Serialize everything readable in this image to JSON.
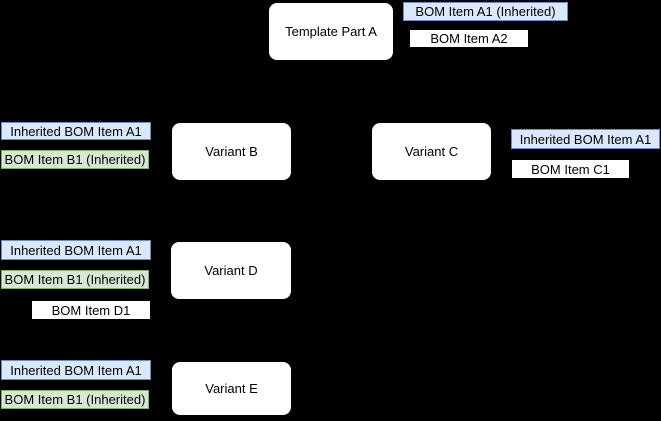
{
  "colors": {
    "background": "#000000",
    "node_fill": "#ffffff",
    "node_border": "#000000",
    "blue_fill": "#dae8fc",
    "blue_border": "#6c8ebf",
    "green_fill": "#d5e8d4",
    "green_border": "#82b366",
    "white_fill": "#ffffff",
    "white_border": "#000000"
  },
  "nodes": [
    {
      "id": "template-part-a",
      "label": "Template Part A"
    },
    {
      "id": "variant-b",
      "label": "Variant B"
    },
    {
      "id": "variant-c",
      "label": "Variant C"
    },
    {
      "id": "variant-d",
      "label": "Variant D"
    },
    {
      "id": "variant-e",
      "label": "Variant E"
    }
  ],
  "bom_labels": [
    {
      "owner": "template-part-a",
      "text": "BOM Item A1 (Inherited)",
      "style": "blue"
    },
    {
      "owner": "template-part-a",
      "text": "BOM Item A2",
      "style": "white"
    },
    {
      "owner": "variant-b",
      "text": "Inherited BOM Item A1",
      "style": "blue"
    },
    {
      "owner": "variant-b",
      "text": "BOM Item B1 (Inherited)",
      "style": "green"
    },
    {
      "owner": "variant-c",
      "text": "Inherited BOM Item A1",
      "style": "blue"
    },
    {
      "owner": "variant-c",
      "text": "BOM Item C1",
      "style": "white"
    },
    {
      "owner": "variant-d",
      "text": "Inherited BOM Item A1",
      "style": "blue"
    },
    {
      "owner": "variant-d",
      "text": "BOM Item B1 (Inherited)",
      "style": "green"
    },
    {
      "owner": "variant-d",
      "text": "BOM Item D1",
      "style": "white"
    },
    {
      "owner": "variant-e",
      "text": "Inherited BOM Item A1",
      "style": "blue"
    },
    {
      "owner": "variant-e",
      "text": "BOM Item B1 (Inherited)",
      "style": "green"
    }
  ]
}
